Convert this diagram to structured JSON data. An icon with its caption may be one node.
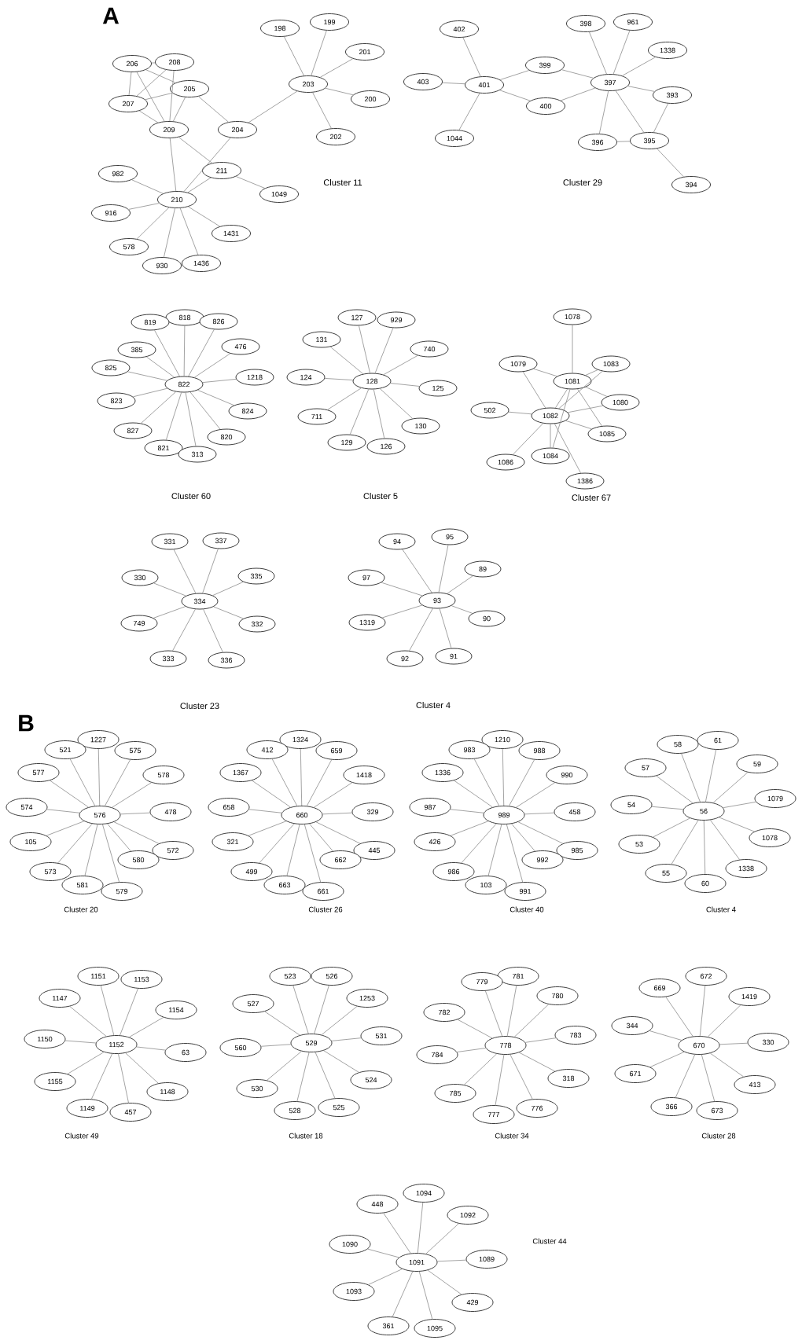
{
  "diagram": {
    "nodes": [
      {
        "text": [
          "198"
        ]
      },
      {
        "text": [
          "199"
        ]
      },
      {
        "text": [
          "201"
        ]
      },
      {
        "text": [
          "206"
        ]
      },
      {
        "text": [
          "208"
        ]
      },
      {
        "text": [
          "203"
        ]
      },
      {
        "text": [
          "205"
        ]
      },
      {
        "text": [
          "200"
        ]
      },
      {
        "text": [
          "207"
        ]
      },
      {
        "text": [
          "209"
        ]
      },
      {
        "text": [
          "204"
        ]
      },
      {
        "text": [
          "202"
        ]
      },
      {
        "text": [
          "211"
        ]
      },
      {
        "text": [
          "982"
        ]
      },
      {
        "text": [
          "1049"
        ]
      },
      {
        "text": [
          "210"
        ]
      },
      {
        "text": [
          "916"
        ]
      },
      {
        "text": [
          "1431"
        ]
      },
      {
        "text": [
          "578"
        ]
      },
      {
        "text": [
          "930"
        ]
      },
      {
        "text": [
          "1436"
        ]
      },
      {
        "text": [
          "398"
        ]
      },
      {
        "text": [
          "961"
        ]
      },
      {
        "text": [
          "402"
        ]
      },
      {
        "text": [
          "1338"
        ]
      },
      {
        "text": [
          "399"
        ]
      },
      {
        "text": [
          "403"
        ]
      },
      {
        "text": [
          "401"
        ]
      },
      {
        "text": [
          "397"
        ]
      },
      {
        "text": [
          "393"
        ]
      },
      {
        "text": [
          "400"
        ]
      },
      {
        "text": [
          "1044"
        ]
      },
      {
        "text": [
          "396"
        ]
      },
      {
        "text": [
          "395"
        ]
      },
      {
        "text": [
          "394"
        ]
      },
      {
        "text": [
          "818"
        ]
      },
      {
        "text": [
          "819"
        ]
      },
      {
        "text": [
          "826"
        ]
      },
      {
        "text": [
          "476"
        ]
      },
      {
        "text": [
          "385"
        ]
      },
      {
        "text": [
          "825"
        ]
      },
      {
        "text": [
          "1218"
        ]
      },
      {
        "text": [
          "822"
        ]
      },
      {
        "text": [
          "823"
        ]
      },
      {
        "text": [
          "824"
        ]
      },
      {
        "text": [
          "827"
        ]
      },
      {
        "text": [
          "820"
        ]
      },
      {
        "text": [
          "821"
        ]
      },
      {
        "text": [
          "313"
        ]
      },
      {
        "text": [
          "127"
        ]
      },
      {
        "text": [
          "929"
        ]
      },
      {
        "text": [
          "131"
        ]
      },
      {
        "text": [
          "740"
        ]
      },
      {
        "text": [
          "124"
        ]
      },
      {
        "text": [
          "128"
        ]
      },
      {
        "text": [
          "125"
        ]
      },
      {
        "text": [
          "711"
        ]
      },
      {
        "text": [
          "130"
        ]
      },
      {
        "text": [
          "129"
        ]
      },
      {
        "text": [
          "126"
        ]
      },
      {
        "text": [
          "1078"
        ]
      },
      {
        "text": [
          "1079"
        ]
      },
      {
        "text": [
          "1083"
        ]
      },
      {
        "text": [
          "1081"
        ]
      },
      {
        "text": [
          "1080"
        ]
      },
      {
        "text": [
          "502"
        ]
      },
      {
        "text": [
          "1082"
        ]
      },
      {
        "text": [
          "1085"
        ]
      },
      {
        "text": [
          "1084"
        ]
      },
      {
        "text": [
          "1086"
        ]
      },
      {
        "text": [
          "1386"
        ]
      },
      {
        "text": [
          "331"
        ]
      },
      {
        "text": [
          "337"
        ]
      },
      {
        "text": [
          "330"
        ]
      },
      {
        "text": [
          "335"
        ]
      },
      {
        "text": [
          "334"
        ]
      },
      {
        "text": [
          "749"
        ]
      },
      {
        "text": [
          "332"
        ]
      },
      {
        "text": [
          "333"
        ]
      },
      {
        "text": [
          "336"
        ]
      },
      {
        "text": [
          "94"
        ]
      },
      {
        "text": [
          "95"
        ]
      },
      {
        "text": [
          "97"
        ]
      },
      {
        "text": [
          "89"
        ]
      },
      {
        "text": [
          "93"
        ]
      },
      {
        "text": [
          "1319"
        ]
      },
      {
        "text": [
          "90"
        ]
      },
      {
        "text": [
          "92"
        ]
      },
      {
        "text": [
          "91"
        ]
      },
      {
        "text": [
          "1227"
        ]
      },
      {
        "text": [
          "521"
        ]
      },
      {
        "text": [
          "575"
        ]
      },
      {
        "text": [
          "577"
        ]
      },
      {
        "text": [
          "578"
        ]
      },
      {
        "text": [
          "574"
        ]
      },
      {
        "text": [
          "478"
        ]
      },
      {
        "text": [
          "576"
        ]
      },
      {
        "text": [
          "105"
        ]
      },
      {
        "text": [
          "572"
        ]
      },
      {
        "text": [
          "580"
        ]
      },
      {
        "text": [
          "573"
        ]
      },
      {
        "text": [
          "581"
        ]
      },
      {
        "text": [
          "579"
        ]
      },
      {
        "text": [
          "1324"
        ]
      },
      {
        "text": [
          "412"
        ]
      },
      {
        "text": [
          "659"
        ]
      },
      {
        "text": [
          "1367"
        ]
      },
      {
        "text": [
          "1418"
        ]
      },
      {
        "text": [
          "658"
        ]
      },
      {
        "text": [
          "329"
        ]
      },
      {
        "text": [
          "660"
        ]
      },
      {
        "text": [
          "321"
        ]
      },
      {
        "text": [
          "445"
        ]
      },
      {
        "text": [
          "662"
        ]
      },
      {
        "text": [
          "499"
        ]
      },
      {
        "text": [
          "663"
        ]
      },
      {
        "text": [
          "661"
        ]
      },
      {
        "text": [
          "1210"
        ]
      },
      {
        "text": [
          "983"
        ]
      },
      {
        "text": [
          "988"
        ]
      },
      {
        "text": [
          "1336"
        ]
      },
      {
        "text": [
          "990"
        ]
      },
      {
        "text": [
          "987"
        ]
      },
      {
        "text": [
          "458"
        ]
      },
      {
        "text": [
          "989"
        ]
      },
      {
        "text": [
          "426"
        ]
      },
      {
        "text": [
          "985"
        ]
      },
      {
        "text": [
          "992"
        ]
      },
      {
        "text": [
          "986"
        ]
      },
      {
        "text": [
          "103"
        ]
      },
      {
        "text": [
          "991"
        ]
      },
      {
        "text": [
          "61"
        ]
      },
      {
        "text": [
          "58"
        ]
      },
      {
        "text": [
          "59"
        ]
      },
      {
        "text": [
          "57"
        ]
      },
      {
        "text": [
          "1079"
        ]
      },
      {
        "text": [
          "54"
        ]
      },
      {
        "text": [
          "56"
        ]
      },
      {
        "text": [
          "1078"
        ]
      },
      {
        "text": [
          "53"
        ]
      },
      {
        "text": [
          "1338"
        ]
      },
      {
        "text": [
          "55"
        ]
      },
      {
        "text": [
          "60"
        ]
      },
      {
        "text": [
          "1151"
        ]
      },
      {
        "text": [
          "1153"
        ]
      },
      {
        "text": [
          "1147"
        ]
      },
      {
        "text": [
          "1154"
        ]
      },
      {
        "text": [
          "1150"
        ]
      },
      {
        "text": [
          "1152"
        ]
      },
      {
        "text": [
          "63"
        ]
      },
      {
        "text": [
          "1155"
        ]
      },
      {
        "text": [
          "1148"
        ]
      },
      {
        "text": [
          "1149"
        ]
      },
      {
        "text": [
          "457"
        ]
      },
      {
        "text": [
          "523"
        ]
      },
      {
        "text": [
          "526"
        ]
      },
      {
        "text": [
          "1253"
        ]
      },
      {
        "text": [
          "527"
        ]
      },
      {
        "text": [
          "531"
        ]
      },
      {
        "text": [
          "529"
        ]
      },
      {
        "text": [
          "560"
        ]
      },
      {
        "text": [
          "524"
        ]
      },
      {
        "text": [
          "530"
        ]
      },
      {
        "text": [
          "525"
        ]
      },
      {
        "text": [
          "528"
        ]
      },
      {
        "text": [
          "781"
        ]
      },
      {
        "text": [
          "779"
        ]
      },
      {
        "text": [
          "780"
        ]
      },
      {
        "text": [
          "782"
        ]
      },
      {
        "text": [
          "783"
        ]
      },
      {
        "text": [
          "778"
        ]
      },
      {
        "text": [
          "784"
        ]
      },
      {
        "text": [
          "318"
        ]
      },
      {
        "text": [
          "785"
        ]
      },
      {
        "text": [
          "776"
        ]
      },
      {
        "text": [
          "777"
        ]
      },
      {
        "text": [
          "672"
        ]
      },
      {
        "text": [
          "669"
        ]
      },
      {
        "text": [
          "1419"
        ]
      },
      {
        "text": [
          "344"
        ]
      },
      {
        "text": [
          "330"
        ]
      },
      {
        "text": [
          "670"
        ]
      },
      {
        "text": [
          "671"
        ]
      },
      {
        "text": [
          "413"
        ]
      },
      {
        "text": [
          "366"
        ]
      },
      {
        "text": [
          "673"
        ]
      },
      {
        "text": [
          "1094"
        ]
      },
      {
        "text": [
          "448"
        ]
      },
      {
        "text": [
          "1092"
        ]
      },
      {
        "text": [
          "1090"
        ]
      },
      {
        "text": [
          "1089"
        ]
      },
      {
        "text": [
          "1091"
        ]
      },
      {
        "text": [
          "1093"
        ]
      },
      {
        "text": [
          "429"
        ]
      },
      {
        "text": [
          "361"
        ]
      },
      {
        "text": [
          "1095"
        ]
      }
    ],
    "edges": [
      {
        "from": 3,
        "to": 4,
        "arrow": "none"
      },
      {
        "from": 3,
        "to": 8,
        "arrow": "none"
      },
      {
        "from": 3,
        "to": 9,
        "arrow": "none"
      },
      {
        "from": 3,
        "to": 6,
        "arrow": "none"
      },
      {
        "from": 4,
        "to": 8,
        "arrow": "none"
      },
      {
        "from": 4,
        "to": 9,
        "arrow": "none"
      },
      {
        "from": 8,
        "to": 6,
        "arrow": "none"
      },
      {
        "from": 8,
        "to": 9,
        "arrow": "none"
      },
      {
        "from": 6,
        "to": 9,
        "arrow": "none"
      },
      {
        "from": 6,
        "to": 10,
        "arrow": "none"
      },
      {
        "from": 5,
        "to": 0,
        "arrow": "none"
      },
      {
        "from": 5,
        "to": 1,
        "arrow": "none"
      },
      {
        "from": 5,
        "to": 2,
        "arrow": "none"
      },
      {
        "from": 5,
        "to": 7,
        "arrow": "none"
      },
      {
        "from": 5,
        "to": 11,
        "arrow": "none"
      },
      {
        "from": 5,
        "to": 10,
        "arrow": "none"
      },
      {
        "from": 9,
        "to": 15,
        "arrow": "none"
      },
      {
        "from": 9,
        "to": 12,
        "arrow": "none"
      },
      {
        "from": 10,
        "to": 15,
        "arrow": "none"
      },
      {
        "from": 12,
        "to": 15,
        "arrow": "none"
      },
      {
        "from": 12,
        "to": 14,
        "arrow": "none"
      },
      {
        "from": 15,
        "to": 13,
        "arrow": "none"
      },
      {
        "from": 15,
        "to": 16,
        "arrow": "none"
      },
      {
        "from": 15,
        "to": 18,
        "arrow": "none"
      },
      {
        "from": 15,
        "to": 19,
        "arrow": "none"
      },
      {
        "from": 15,
        "to": 20,
        "arrow": "none"
      },
      {
        "from": 15,
        "to": 17,
        "arrow": "none"
      },
      {
        "from": 27,
        "to": 23,
        "arrow": "none"
      },
      {
        "from": 27,
        "to": 26,
        "arrow": "none"
      },
      {
        "from": 27,
        "to": 31,
        "arrow": "none"
      },
      {
        "from": 27,
        "to": 25,
        "arrow": "none"
      },
      {
        "from": 27,
        "to": 30,
        "arrow": "none"
      },
      {
        "from": 25,
        "to": 28,
        "arrow": "none"
      },
      {
        "from": 30,
        "to": 28,
        "arrow": "none"
      },
      {
        "from": 28,
        "to": 21,
        "arrow": "none"
      },
      {
        "from": 28,
        "to": 22,
        "arrow": "none"
      },
      {
        "from": 28,
        "to": 24,
        "arrow": "none"
      },
      {
        "from": 28,
        "to": 29,
        "arrow": "none"
      },
      {
        "from": 28,
        "to": 32,
        "arrow": "none"
      },
      {
        "from": 28,
        "to": 33,
        "arrow": "none"
      },
      {
        "from": 29,
        "to": 33,
        "arrow": "none"
      },
      {
        "from": 32,
        "to": 33,
        "arrow": "none"
      },
      {
        "from": 33,
        "to": 34,
        "arrow": "none"
      },
      {
        "from": 42,
        "to": 35,
        "arrow": "none"
      },
      {
        "from": 42,
        "to": 36,
        "arrow": "none"
      },
      {
        "from": 42,
        "to": 37,
        "arrow": "none"
      },
      {
        "from": 42,
        "to": 38,
        "arrow": "none"
      },
      {
        "from": 42,
        "to": 39,
        "arrow": "none"
      },
      {
        "from": 42,
        "to": 40,
        "arrow": "none"
      },
      {
        "from": 42,
        "to": 41,
        "arrow": "none"
      },
      {
        "from": 42,
        "to": 43,
        "arrow": "none"
      },
      {
        "from": 42,
        "to": 44,
        "arrow": "none"
      },
      {
        "from": 42,
        "to": 45,
        "arrow": "none"
      },
      {
        "from": 42,
        "to": 46,
        "arrow": "none"
      },
      {
        "from": 42,
        "to": 47,
        "arrow": "none"
      },
      {
        "from": 42,
        "to": 48,
        "arrow": "none"
      },
      {
        "from": 54,
        "to": 49,
        "arrow": "none"
      },
      {
        "from": 54,
        "to": 50,
        "arrow": "none"
      },
      {
        "from": 54,
        "to": 51,
        "arrow": "none"
      },
      {
        "from": 54,
        "to": 52,
        "arrow": "none"
      },
      {
        "from": 54,
        "to": 53,
        "arrow": "none"
      },
      {
        "from": 54,
        "to": 55,
        "arrow": "none"
      },
      {
        "from": 54,
        "to": 56,
        "arrow": "none"
      },
      {
        "from": 54,
        "to": 57,
        "arrow": "none"
      },
      {
        "from": 54,
        "to": 58,
        "arrow": "none"
      },
      {
        "from": 54,
        "to": 59,
        "arrow": "none"
      },
      {
        "from": 63,
        "to": 60,
        "arrow": "none"
      },
      {
        "from": 61,
        "to": 63,
        "arrow": "none"
      },
      {
        "from": 61,
        "to": 66,
        "arrow": "none"
      },
      {
        "from": 62,
        "to": 63,
        "arrow": "none"
      },
      {
        "from": 62,
        "to": 66,
        "arrow": "none"
      },
      {
        "from": 63,
        "to": 64,
        "arrow": "none"
      },
      {
        "from": 63,
        "to": 67,
        "arrow": "none"
      },
      {
        "from": 63,
        "to": 66,
        "arrow": "none"
      },
      {
        "from": 63,
        "to": 68,
        "arrow": "none"
      },
      {
        "from": 66,
        "to": 64,
        "arrow": "none"
      },
      {
        "from": 66,
        "to": 65,
        "arrow": "none"
      },
      {
        "from": 66,
        "to": 67,
        "arrow": "none"
      },
      {
        "from": 66,
        "to": 68,
        "arrow": "none"
      },
      {
        "from": 66,
        "to": 69,
        "arrow": "none"
      },
      {
        "from": 66,
        "to": 70,
        "arrow": "none"
      },
      {
        "from": 75,
        "to": 71,
        "arrow": "none"
      },
      {
        "from": 75,
        "to": 72,
        "arrow": "none"
      },
      {
        "from": 75,
        "to": 73,
        "arrow": "none"
      },
      {
        "from": 75,
        "to": 74,
        "arrow": "none"
      },
      {
        "from": 75,
        "to": 76,
        "arrow": "none"
      },
      {
        "from": 75,
        "to": 77,
        "arrow": "none"
      },
      {
        "from": 75,
        "to": 78,
        "arrow": "none"
      },
      {
        "from": 75,
        "to": 79,
        "arrow": "none"
      },
      {
        "from": 84,
        "to": 80,
        "arrow": "none"
      },
      {
        "from": 84,
        "to": 81,
        "arrow": "none"
      },
      {
        "from": 84,
        "to": 82,
        "arrow": "none"
      },
      {
        "from": 84,
        "to": 83,
        "arrow": "none"
      },
      {
        "from": 84,
        "to": 85,
        "arrow": "none"
      },
      {
        "from": 84,
        "to": 86,
        "arrow": "none"
      },
      {
        "from": 84,
        "to": 87,
        "arrow": "none"
      },
      {
        "from": 84,
        "to": 88,
        "arrow": "none"
      },
      {
        "from": 96,
        "to": 89,
        "arrow": "none"
      },
      {
        "from": 96,
        "to": 90,
        "arrow": "none"
      },
      {
        "from": 96,
        "to": 91,
        "arrow": "none"
      },
      {
        "from": 96,
        "to": 92,
        "arrow": "none"
      },
      {
        "from": 96,
        "to": 93,
        "arrow": "none"
      },
      {
        "from": 96,
        "to": 94,
        "arrow": "none"
      },
      {
        "from": 96,
        "to": 95,
        "arrow": "none"
      },
      {
        "from": 96,
        "to": 97,
        "arrow": "none"
      },
      {
        "from": 96,
        "to": 98,
        "arrow": "none"
      },
      {
        "from": 96,
        "to": 99,
        "arrow": "none"
      },
      {
        "from": 96,
        "to": 100,
        "arrow": "none"
      },
      {
        "from": 96,
        "to": 101,
        "arrow": "none"
      },
      {
        "from": 96,
        "to": 102,
        "arrow": "none"
      },
      {
        "from": 110,
        "to": 103,
        "arrow": "none"
      },
      {
        "from": 110,
        "to": 104,
        "arrow": "none"
      },
      {
        "from": 110,
        "to": 105,
        "arrow": "none"
      },
      {
        "from": 110,
        "to": 106,
        "arrow": "none"
      },
      {
        "from": 110,
        "to": 107,
        "arrow": "none"
      },
      {
        "from": 110,
        "to": 108,
        "arrow": "none"
      },
      {
        "from": 110,
        "to": 109,
        "arrow": "none"
      },
      {
        "from": 110,
        "to": 111,
        "arrow": "none"
      },
      {
        "from": 110,
        "to": 112,
        "arrow": "none"
      },
      {
        "from": 110,
        "to": 113,
        "arrow": "none"
      },
      {
        "from": 110,
        "to": 114,
        "arrow": "none"
      },
      {
        "from": 110,
        "to": 115,
        "arrow": "none"
      },
      {
        "from": 110,
        "to": 116,
        "arrow": "none"
      },
      {
        "from": 124,
        "to": 117,
        "arrow": "none"
      },
      {
        "from": 124,
        "to": 118,
        "arrow": "none"
      },
      {
        "from": 124,
        "to": 119,
        "arrow": "none"
      },
      {
        "from": 124,
        "to": 120,
        "arrow": "none"
      },
      {
        "from": 124,
        "to": 121,
        "arrow": "none"
      },
      {
        "from": 124,
        "to": 122,
        "arrow": "none"
      },
      {
        "from": 124,
        "to": 123,
        "arrow": "none"
      },
      {
        "from": 124,
        "to": 125,
        "arrow": "none"
      },
      {
        "from": 124,
        "to": 126,
        "arrow": "none"
      },
      {
        "from": 124,
        "to": 127,
        "arrow": "none"
      },
      {
        "from": 124,
        "to": 128,
        "arrow": "none"
      },
      {
        "from": 124,
        "to": 129,
        "arrow": "none"
      },
      {
        "from": 124,
        "to": 130,
        "arrow": "none"
      },
      {
        "from": 137,
        "to": 131,
        "arrow": "none"
      },
      {
        "from": 137,
        "to": 132,
        "arrow": "none"
      },
      {
        "from": 137,
        "to": 133,
        "arrow": "none"
      },
      {
        "from": 137,
        "to": 134,
        "arrow": "none"
      },
      {
        "from": 137,
        "to": 135,
        "arrow": "none"
      },
      {
        "from": 137,
        "to": 136,
        "arrow": "none"
      },
      {
        "from": 137,
        "to": 138,
        "arrow": "none"
      },
      {
        "from": 137,
        "to": 139,
        "arrow": "none"
      },
      {
        "from": 137,
        "to": 140,
        "arrow": "none"
      },
      {
        "from": 137,
        "to": 141,
        "arrow": "none"
      },
      {
        "from": 137,
        "to": 142,
        "arrow": "none"
      },
      {
        "from": 148,
        "to": 143,
        "arrow": "none"
      },
      {
        "from": 148,
        "to": 144,
        "arrow": "none"
      },
      {
        "from": 148,
        "to": 145,
        "arrow": "none"
      },
      {
        "from": 148,
        "to": 146,
        "arrow": "none"
      },
      {
        "from": 148,
        "to": 147,
        "arrow": "none"
      },
      {
        "from": 148,
        "to": 149,
        "arrow": "none"
      },
      {
        "from": 148,
        "to": 150,
        "arrow": "none"
      },
      {
        "from": 148,
        "to": 151,
        "arrow": "none"
      },
      {
        "from": 148,
        "to": 152,
        "arrow": "none"
      },
      {
        "from": 148,
        "to": 153,
        "arrow": "none"
      },
      {
        "from": 159,
        "to": 154,
        "arrow": "none"
      },
      {
        "from": 159,
        "to": 155,
        "arrow": "none"
      },
      {
        "from": 159,
        "to": 156,
        "arrow": "none"
      },
      {
        "from": 159,
        "to": 157,
        "arrow": "none"
      },
      {
        "from": 159,
        "to": 158,
        "arrow": "none"
      },
      {
        "from": 159,
        "to": 160,
        "arrow": "none"
      },
      {
        "from": 159,
        "to": 161,
        "arrow": "none"
      },
      {
        "from": 159,
        "to": 162,
        "arrow": "none"
      },
      {
        "from": 159,
        "to": 163,
        "arrow": "none"
      },
      {
        "from": 159,
        "to": 164,
        "arrow": "none"
      },
      {
        "from": 170,
        "to": 165,
        "arrow": "none"
      },
      {
        "from": 170,
        "to": 166,
        "arrow": "none"
      },
      {
        "from": 170,
        "to": 167,
        "arrow": "none"
      },
      {
        "from": 170,
        "to": 168,
        "arrow": "none"
      },
      {
        "from": 170,
        "to": 169,
        "arrow": "none"
      },
      {
        "from": 170,
        "to": 171,
        "arrow": "none"
      },
      {
        "from": 170,
        "to": 172,
        "arrow": "none"
      },
      {
        "from": 170,
        "to": 173,
        "arrow": "none"
      },
      {
        "from": 170,
        "to": 174,
        "arrow": "none"
      },
      {
        "from": 170,
        "to": 175,
        "arrow": "none"
      },
      {
        "from": 181,
        "to": 176,
        "arrow": "none"
      },
      {
        "from": 181,
        "to": 177,
        "arrow": "none"
      },
      {
        "from": 181,
        "to": 178,
        "arrow": "none"
      },
      {
        "from": 181,
        "to": 179,
        "arrow": "none"
      },
      {
        "from": 181,
        "to": 180,
        "arrow": "none"
      },
      {
        "from": 181,
        "to": 182,
        "arrow": "none"
      },
      {
        "from": 181,
        "to": 183,
        "arrow": "none"
      },
      {
        "from": 181,
        "to": 184,
        "arrow": "none"
      },
      {
        "from": 181,
        "to": 185,
        "arrow": "none"
      },
      {
        "from": 191,
        "to": 186,
        "arrow": "none"
      },
      {
        "from": 191,
        "to": 187,
        "arrow": "none"
      },
      {
        "from": 191,
        "to": 188,
        "arrow": "none"
      },
      {
        "from": 191,
        "to": 189,
        "arrow": "none"
      },
      {
        "from": 191,
        "to": 190,
        "arrow": "none"
      },
      {
        "from": 191,
        "to": 192,
        "arrow": "none"
      },
      {
        "from": 191,
        "to": 193,
        "arrow": "none"
      },
      {
        "from": 191,
        "to": 194,
        "arrow": "none"
      },
      {
        "from": 191,
        "to": 195,
        "arrow": "none"
      }
    ],
    "labels": [
      "A",
      "Cluster 11",
      "Cluster 29",
      "Cluster 60",
      "Cluster 5",
      "Cluster 67",
      "Cluster 23",
      "Cluster 4",
      "B",
      "Cluster 20",
      "Cluster 26",
      "Cluster 40",
      "Cluster 4",
      "Cluster 49",
      "Cluster 18",
      "Cluster 34",
      "Cluster 28",
      "Cluster 44"
    ]
  }
}
